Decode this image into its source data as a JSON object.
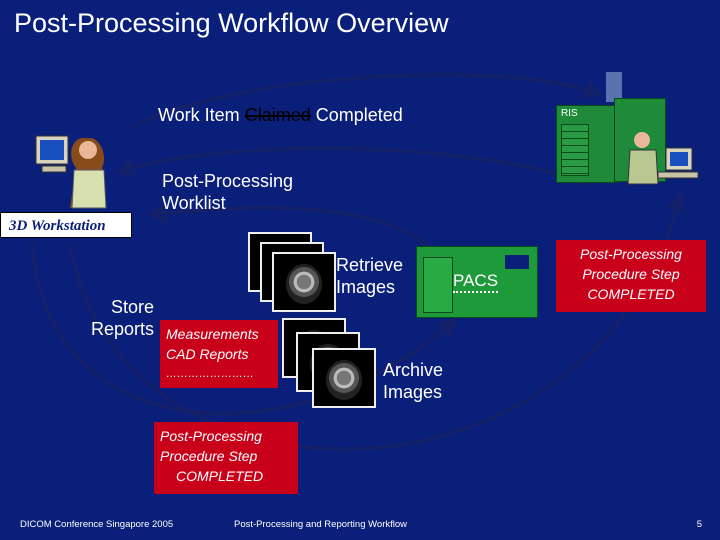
{
  "title": "Post-Processing Workflow Overview",
  "work_item": {
    "prefix": "Work Item",
    "claimed": "Claimed",
    "completed": "Completed"
  },
  "worklist": {
    "line1": "Post-Processing",
    "line2": "Worklist"
  },
  "workstation_label": "3D Workstation",
  "ris_label": "RIS",
  "pacs_label": "PACS",
  "retrieve": {
    "line1": "Retrieve",
    "line2": "Images"
  },
  "store": {
    "line1": "Store",
    "line2": "Reports"
  },
  "archive": {
    "line1": "Archive",
    "line2": "Images"
  },
  "measurements_box": {
    "line1": "Measurements",
    "line2": "CAD Reports",
    "line3": "……………………"
  },
  "pps_right": {
    "line1": "Post-Processing",
    "line2": "Procedure Step",
    "line3": "COMPLETED"
  },
  "pps_bottom": {
    "line1": "Post-Processing",
    "line2": "Procedure Step",
    "line3": "COMPLETED"
  },
  "footer": {
    "left": "DICOM Conference Singapore 2005",
    "center": "Post-Processing and Reporting Workflow",
    "page": "5"
  },
  "colors": {
    "background": "#0a1f7a",
    "accent_red": "#c8001a",
    "pacs_green": "#1f9a3a",
    "ris_green": "#1f8a3a",
    "arrow": "#1a2a8a"
  }
}
